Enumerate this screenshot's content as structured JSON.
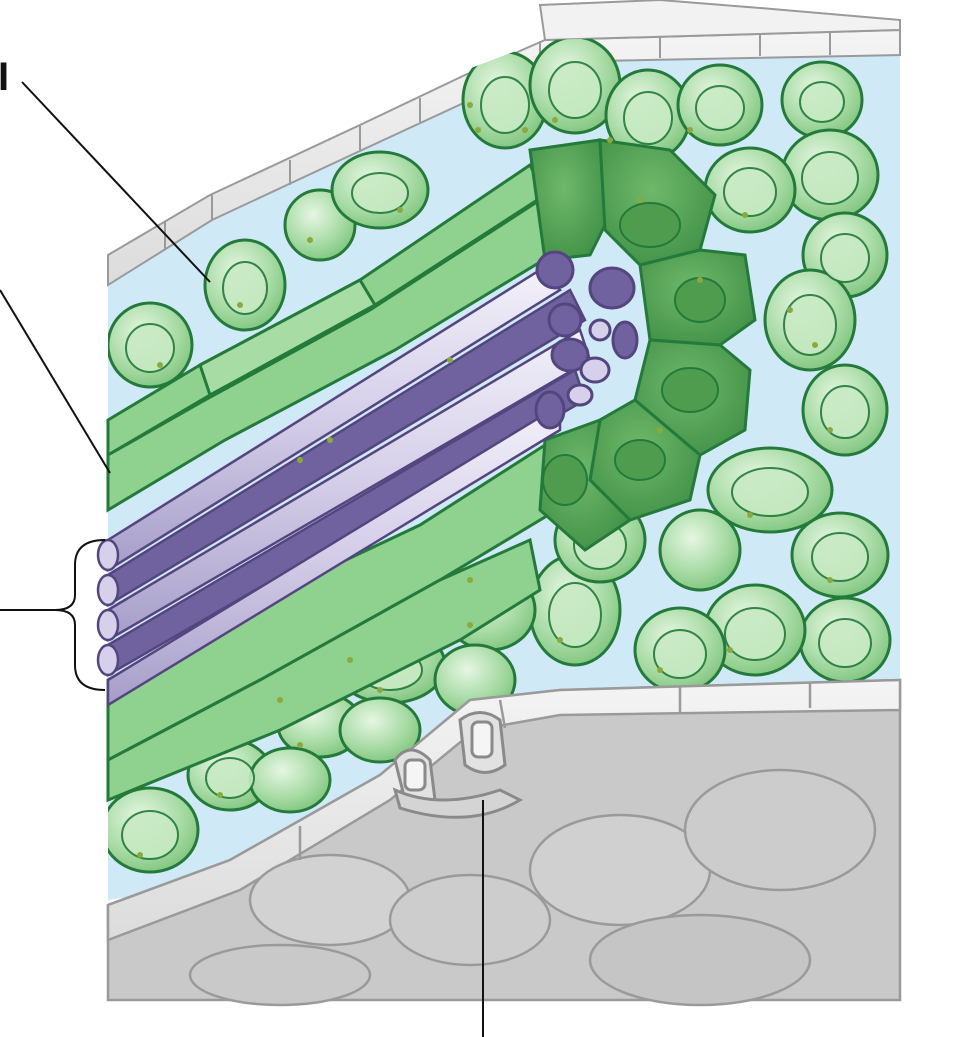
{
  "diagram": {
    "labels": {
      "top_left": "I"
    },
    "colors": {
      "background": "#ffffff",
      "intercellular_space": "#cfe9f7",
      "mesophyll_fill": "#a8d9a8",
      "mesophyll_stroke": "#237a3a",
      "bundle_sheath_fill": "#5aa65a",
      "chloroplast": "#8aa93f",
      "xylem_fill": "#6f629e",
      "vein_tube_fill": "#d6d0ea",
      "vein_tube_stroke": "#54457f",
      "epidermis_fill": "#ebebeb",
      "lower_epidermis_fill": "#c9c9c9",
      "epidermis_stroke": "#9a9a9a",
      "leader_line": "#111111"
    },
    "icons": [
      "leaf-cross-section-illustration",
      "stoma-guard-cells"
    ]
  }
}
